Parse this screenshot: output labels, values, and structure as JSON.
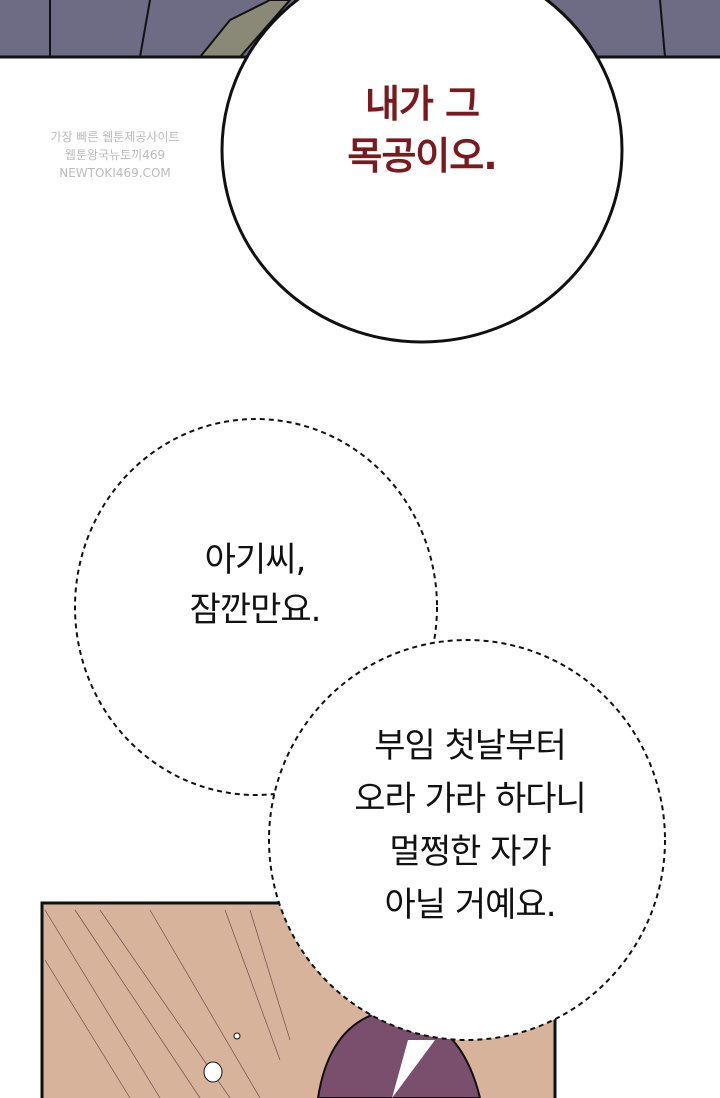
{
  "watermark": {
    "line1": "가장 빠른 웹툰제공사이트",
    "line2": "웹툰왕국뉴토끼469",
    "line3": "NEWTOKI469.COM"
  },
  "bubbles": [
    {
      "lines": [
        "내가 그",
        "목공이오."
      ],
      "color": "#7a1a1e"
    },
    {
      "lines": [
        "아기씨,",
        "잠깐만요."
      ]
    },
    {
      "lines": [
        "부임 첫날부터",
        "오라 가라 하다니",
        "멀쩡한 자가",
        "아닐 거예요."
      ]
    }
  ],
  "colors": {
    "top_panel": "#6e6b85",
    "bottom_panel": "#d8b39b",
    "hair": "#7a4f6e"
  }
}
